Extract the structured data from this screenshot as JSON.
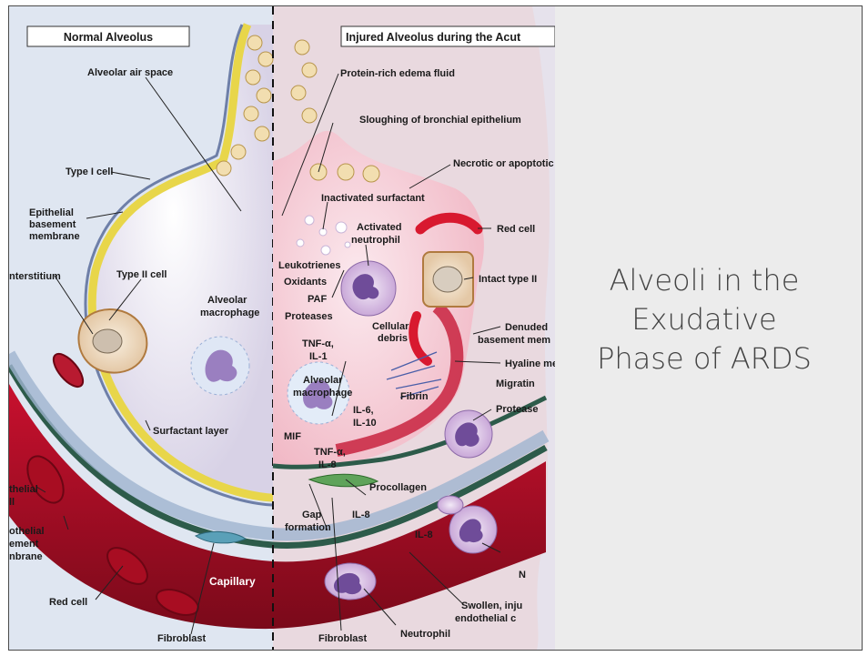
{
  "slide": {
    "title_lines": [
      "Alveoli in the",
      "Exudative",
      "Phase of ARDS"
    ]
  },
  "diagram": {
    "header_left": "Normal Alveolus",
    "header_right": "Injured Alveolus during the Acut",
    "left_labels": {
      "air_space": "Alveolar air space",
      "type1": "Type I cell",
      "epi1": "Epithelial",
      "epi2": "basement",
      "epi3": "membrane",
      "interstitium": "nterstitium",
      "type2": "Type II cell",
      "macro1": "Alveolar",
      "macro2": "macrophage",
      "surfactant": "Surfactant layer",
      "endo1": "thelial",
      "endo2": "ll",
      "endobm1": "othelial",
      "endobm2": "ement",
      "endobm3": "nbrane",
      "redcell": "Red cell",
      "capillary": "Capillary",
      "fibroblast": "Fibroblast"
    },
    "right_labels": {
      "edema": "Protein-rich edema fluid",
      "sloughing": "Sloughing of bronchial epithelium",
      "necrotic": "Necrotic or apoptotic",
      "inact_surf": "Inactivated surfactant",
      "redcell": "Red cell",
      "act_neut1": "Activated",
      "act_neut2": "neutrophil",
      "leuko": "Leukotrienes",
      "oxidants": "Oxidants",
      "paf": "PAF",
      "proteases": "Proteases",
      "intact": "Intact type II",
      "cell_debris1": "Cellular",
      "cell_debris2": "debris",
      "tnf1a": "TNF-α,",
      "tnf1b": "IL-1",
      "denuded1": "Denuded",
      "denuded2": "basement mem",
      "hyaline": "Hyaline mem",
      "macro1": "Alveolar",
      "macro2": "macrophage",
      "fibrin": "Fibrin",
      "il6a": "IL-6,",
      "il6b": "IL-10",
      "migrating": "Migratin",
      "protease2": "Protease",
      "mif": "MIF",
      "tnf2a": "TNF-α,",
      "tnf2b": "IL-8",
      "procollagen": "Procollagen",
      "gap1": "Gap",
      "gap2": "formation",
      "il8a": "IL-8",
      "il8b": "IL-8",
      "na": "N",
      "swollen1": "Swollen, inju",
      "swollen2": "endothelial c",
      "fibroblast": "Fibroblast",
      "neutrophil": "Neutrophil"
    }
  }
}
